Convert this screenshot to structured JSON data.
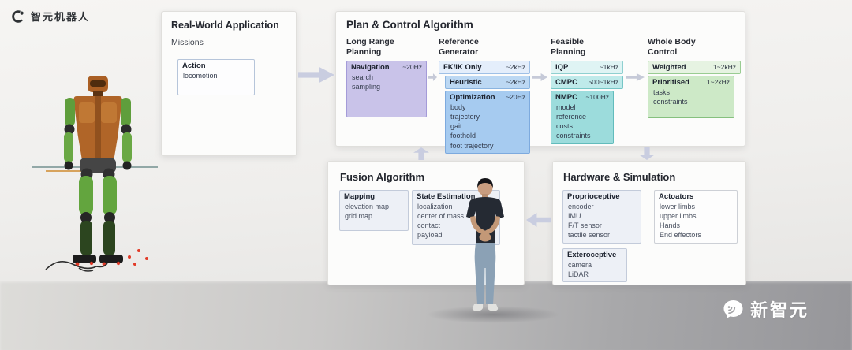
{
  "brand": {
    "name": "智元机器人"
  },
  "watermark": {
    "name": "新智元"
  },
  "real_world": {
    "title": "Real-World Application",
    "subtitle": "Missions",
    "action": {
      "title": "Action",
      "items": [
        "locomotion"
      ]
    }
  },
  "plan_control": {
    "title": "Plan & Control Algorithm",
    "long_range": {
      "label": "Long Range Planning",
      "navigation": {
        "title": "Navigation",
        "rate": "~20Hz",
        "items": [
          "search",
          "sampling"
        ]
      }
    },
    "reference_generator": {
      "label": "Reference Generator",
      "fkik": {
        "title": "FK/IK Only",
        "rate": "~2kHz"
      },
      "heuristic": {
        "title": "Heuristic",
        "rate": "~2kHz"
      },
      "optimization": {
        "title": "Optimization",
        "rate": "~20Hz",
        "items": [
          "body",
          "trajectory",
          "gait",
          "foothold",
          "foot trajectory"
        ]
      }
    },
    "feasible_planning": {
      "label": "Feasible Planning",
      "iqp": {
        "title": "IQP",
        "rate": "~1kHz"
      },
      "cmpc": {
        "title": "CMPC",
        "rate": "500~1kHz"
      },
      "nmpc": {
        "title": "NMPC",
        "rate": "~100Hz",
        "items": [
          "model",
          "reference",
          "costs",
          "constraints"
        ]
      }
    },
    "whole_body": {
      "label": "Whole Body Control",
      "weighted": {
        "title": "Weighted",
        "rate": "1~2kHz"
      },
      "prioritised": {
        "title": "Prioritised",
        "rate": "1~2kHz",
        "items": [
          "tasks",
          "constraints"
        ]
      }
    }
  },
  "fusion": {
    "title": "Fusion Algorithm",
    "mapping": {
      "title": "Mapping",
      "items": [
        "elevation map",
        "grid map"
      ]
    },
    "state_estimation": {
      "title": "State Estimation",
      "items": [
        "localization",
        "center of mass",
        "contact",
        "payload"
      ]
    }
  },
  "hardware": {
    "title": "Hardware & Simulation",
    "proprioceptive": {
      "title": "Proprioceptive",
      "items": [
        "encoder",
        "IMU",
        "F/T sensor",
        "tactile sensor"
      ]
    },
    "actoators": {
      "title": "Actoators",
      "items": [
        "lower limbs",
        "upper limbs",
        "Hands",
        "End effectors"
      ]
    },
    "exteroceptive": {
      "title": "Exteroceptive",
      "items": [
        "camera",
        "LiDAR"
      ]
    }
  },
  "icons": {
    "brand": "agibot-logo-icon",
    "watermark": "chat-bubble-icon"
  },
  "colors": {
    "accent_purple": "#c9c3e9",
    "accent_blue": "#a6cbf0",
    "accent_teal": "#9cdcdc",
    "accent_green": "#cde9c7",
    "panel_bg": "#fcfcfb",
    "arrow": "#c9cde0",
    "watermark_text": "#ffffff"
  }
}
